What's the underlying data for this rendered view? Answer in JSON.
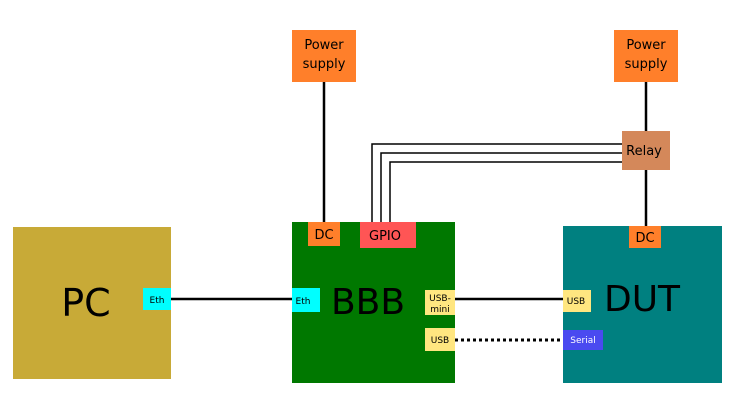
{
  "pc": {
    "label": "PC",
    "port_eth": "Eth"
  },
  "bbb": {
    "label": "BBB",
    "port_dc": "DC",
    "port_gpio": "GPIO",
    "port_eth": "Eth",
    "port_usb_mini_line1": "USB-",
    "port_usb_mini_line2": "mini",
    "port_usb": "USB"
  },
  "dut": {
    "label": "DUT",
    "port_dc": "DC",
    "port_usb": "USB",
    "port_serial": "Serial"
  },
  "power_supply_1": {
    "line1": "Power",
    "line2": "supply"
  },
  "power_supply_2": {
    "line1": "Power",
    "line2": "supply"
  },
  "relay": {
    "label": "Relay"
  },
  "colors": {
    "pc": "#c8aa37",
    "bbb": "#007800",
    "dut": "#008080",
    "power_supply": "#ff7f2a",
    "relay": "#d4885a",
    "dc_port": "#ff7f2a",
    "gpio_port": "#ff5555",
    "eth_port": "#00ffff",
    "usb_port": "#ffe680",
    "serial_port": "#4a4af0"
  }
}
